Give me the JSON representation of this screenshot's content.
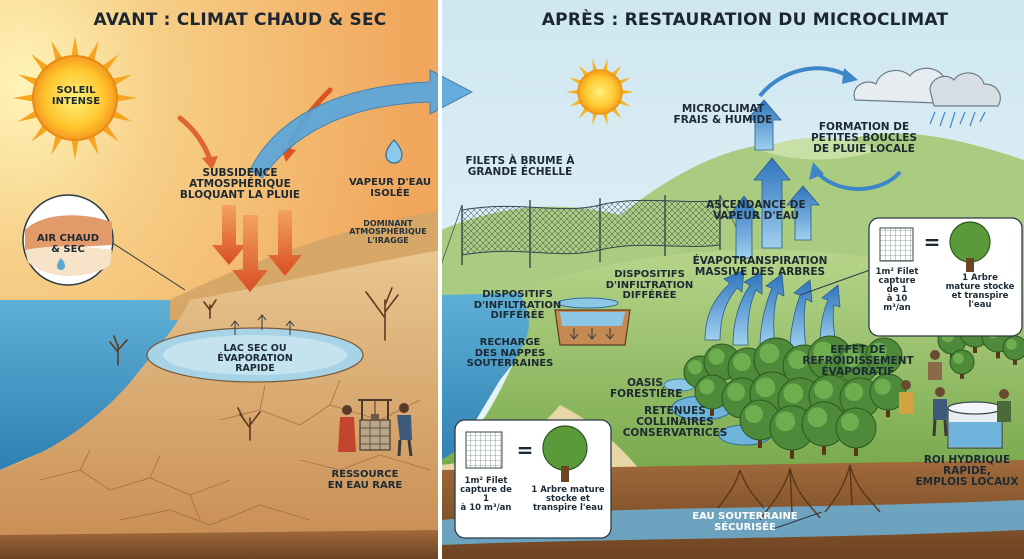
{
  "colors": {
    "left_sky": "#f6c98a",
    "right_sky": "#d6ecf3",
    "sea": "#5aa7cf",
    "cracked_ground": "#e2ba82",
    "hills": "#9cc46b",
    "forest": "#4f8a3a",
    "arrow_orange": "#e0662f",
    "arrow_blue": "#3f86c8",
    "divider": "#ffffff"
  },
  "before": {
    "title": "AVANT : CLIMAT CHAUD & SEC",
    "sun_label": "SOLEIL\nINTENSE",
    "hot_air_label": "AIR CHAUD\n& SEC",
    "subsidence_label": "SUBSIDENCE\nATMOSPHÉRIQUE\nBLOQUANT LA PLUIE",
    "vapor_label": "VAPEUR D'EAU\nISOLÉE",
    "dominant_label": "DOMINANT\nATMOSPHÉRIQUE\nL'IRAGGE",
    "lake_label": "LAC SEC OU\nÉVAPORATION RAPIDE",
    "resource_label": "RESSOURCE\nEN EAU RARE",
    "icons": [
      "sun-icon",
      "water-drop-icon",
      "well-icon",
      "dead-tree-icon"
    ]
  },
  "after": {
    "title": "APRÈS : RESTAURATION DU MICROCLIMAT",
    "microclimate_label": "MICROCLIMAT\nFRAIS & HUMIDE",
    "rain_loops_label": "FORMATION DE\nPETITES BOUCLES\nDE PLUIE LOCALE",
    "fog_nets_label": "FILETS À BRUME À\nGRANDE ÉCHELLE",
    "vapor_rise_label": "ASCENDANCE DE\nVAPEUR D'EAU",
    "infiltration_label_1": "DISPOSITIFS\nD'INFILTRATION\nDIFFÉRÉE",
    "infiltration_label_2": "DISPOSITIFS\nD'INFILTRATION\nDIFFÉRÉE",
    "evapotranspiration_label": "ÉVAPOTRANSPIRATION\nMASSIVE DES ARBRES",
    "cooling_label": "EFFET DE\nREFROIDISSEMENT\nÉVAPORATIF",
    "recharge_label": "RECHARGE\nDES NAPPES\nSOUTERRAINES",
    "oasis_label": "OASIS\nFORESTIÈRE",
    "retention_label": "RETENUES\nCOLLINAIRES\nCONSERVATRICES",
    "roi_label": "ROI HYDRIQUE\nRAPIDE,\nEMPLOIS LOCAUX",
    "groundwater_label": "EAU SOUTERRAINE\nSÉCURISÉE",
    "icons": [
      "sun-icon",
      "cloud-icon",
      "fog-net-icon",
      "tree-icon",
      "water-tank-icon"
    ]
  },
  "equivalence_top": {
    "net_text": "1m² Filet\ncapture de 1\nà 10 m³/an",
    "equals": "=",
    "tree_text": "1 Arbre\nmature stocke\net transpire\nl'eau"
  },
  "equivalence_bottom": {
    "net_text": "1m² Filet\ncapture de 1\nà 10 m³/an",
    "equals": "=",
    "tree_text": "1 Arbre mature\nstocke et\ntranspire l'eau"
  }
}
